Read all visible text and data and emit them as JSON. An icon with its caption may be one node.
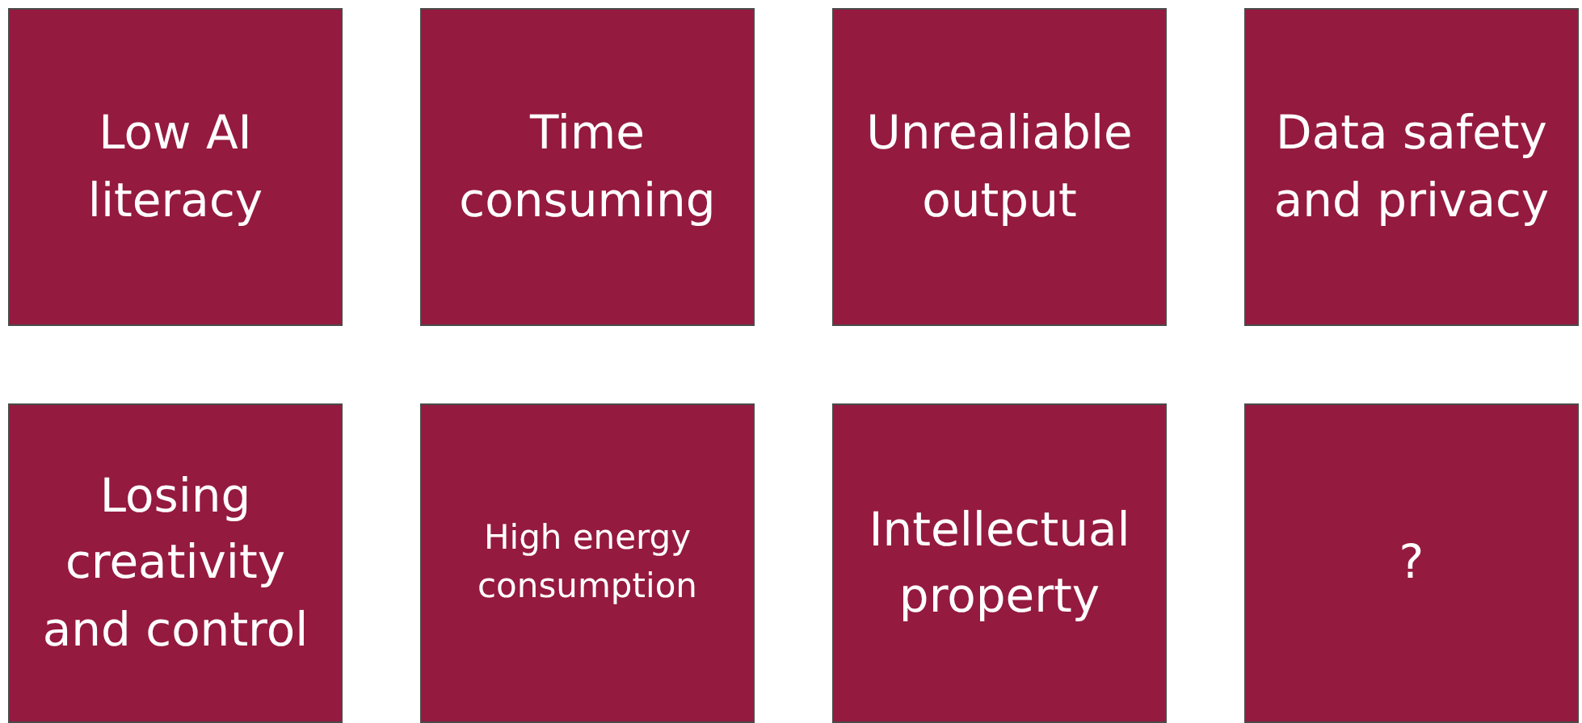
{
  "diagram": {
    "nodes": [
      {
        "text": [
          "Low AI literacy"
        ]
      },
      {
        "text": [
          "Time consuming"
        ]
      },
      {
        "text": [
          "Unrealiable output"
        ]
      },
      {
        "text": [
          "Data safety and privacy"
        ]
      },
      {
        "text": [
          "Losing creativity and control"
        ]
      },
      {
        "text": [
          "High energy consumption"
        ]
      },
      {
        "text": [
          "Intellectual property"
        ]
      },
      {
        "text": [
          "?"
        ]
      }
    ]
  }
}
